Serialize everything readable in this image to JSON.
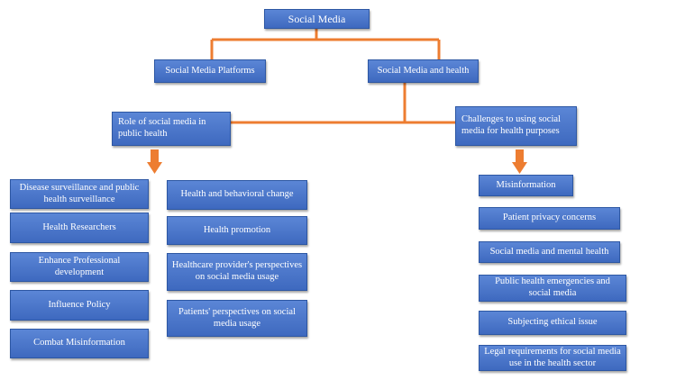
{
  "root": "Social Media",
  "level1": {
    "platforms": "Social Media Platforms",
    "health": "Social Media and health"
  },
  "level2": {
    "role": "Role of social media in public health",
    "challenges": "Challenges to using social media for health purposes"
  },
  "role_items_col1": [
    "Disease surveillance and public health surveillance",
    "Health Researchers",
    "Enhance Professional development",
    "Influence Policy",
    "Combat Misinformation"
  ],
  "role_items_col2": [
    "Health and behavioral change",
    "Health promotion",
    "Healthcare provider's perspectives on social media usage",
    "Patients' perspectives on social media usage"
  ],
  "challenge_items": [
    "Misinformation",
    "Patient privacy concerns",
    "Social media and mental health",
    "Public health emergencies and social media",
    "Subjecting ethical issue",
    "Legal requirements for social media use in the health sector"
  ],
  "colors": {
    "connector": "#ed7d31",
    "box": "#4472c4"
  }
}
